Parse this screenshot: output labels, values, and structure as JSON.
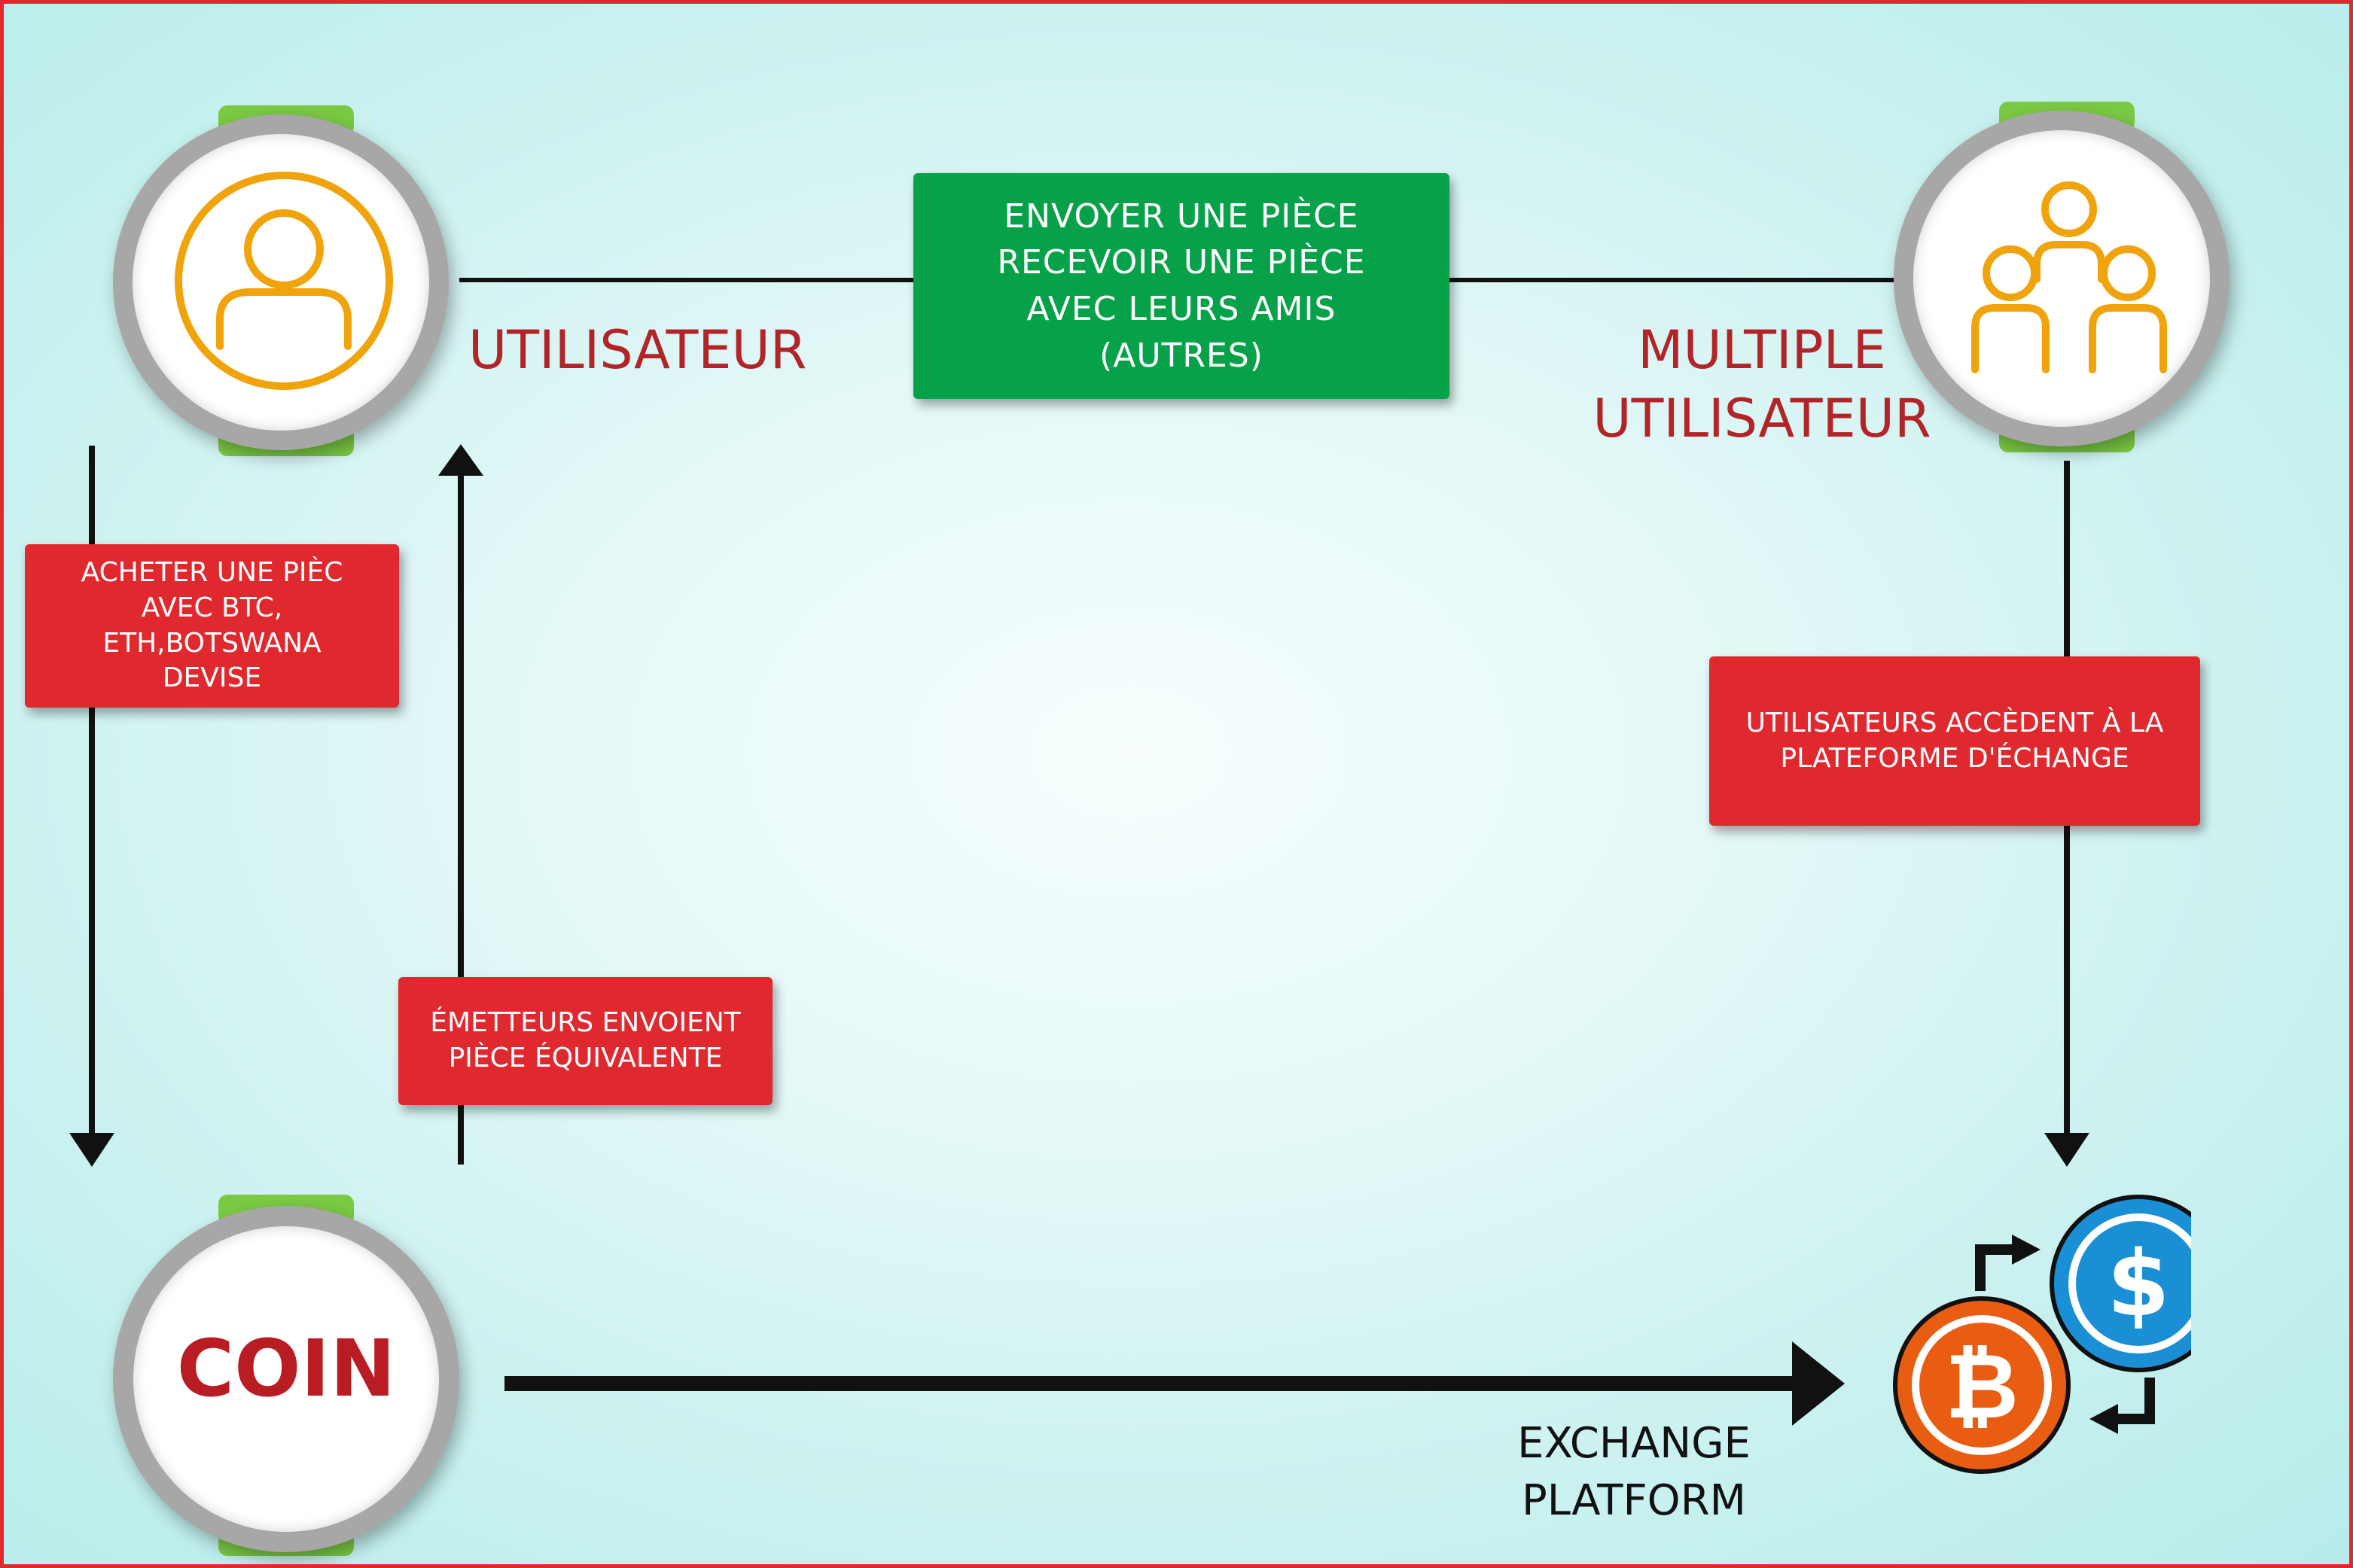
{
  "nodes": {
    "user": {
      "label": "UTILISATEUR",
      "icon": "user-icon"
    },
    "multi_user": {
      "label": "MULTIPLE\nUTILISATEUR",
      "icon": "users-group-icon"
    },
    "coin": {
      "label": "COIN"
    },
    "exchange": {
      "label": "EXCHANGE\nPLATFORM",
      "icon": "currency-exchange-icon"
    }
  },
  "boxes": {
    "send_receive": "ENVOYER UNE PIÈCE\nRECEVOIR UNE PIÈCE\nAVEC LEURS AMIS\n(AUTRES)",
    "buy": "ACHETER UNE PIÈC\nAVEC BTC,\nETH,BOTSWANA\nDEVISE",
    "issuers": "ÉMETTEURS ENVOIENT\nPIÈCE ÉQUIVALENTE",
    "access": "UTILISATEURS ACCÈDENT À LA\nPLATEFORME D'ÉCHANGE"
  },
  "colors": {
    "frame": "#e0282f",
    "box_red": "#e0282f",
    "box_green": "#07a14a",
    "label_red": "#b22428",
    "icon_orange": "#f0a30a",
    "tab_green": "#7ac943",
    "bitcoin_orange": "#e85d12",
    "dollar_blue": "#1a8fd6"
  }
}
